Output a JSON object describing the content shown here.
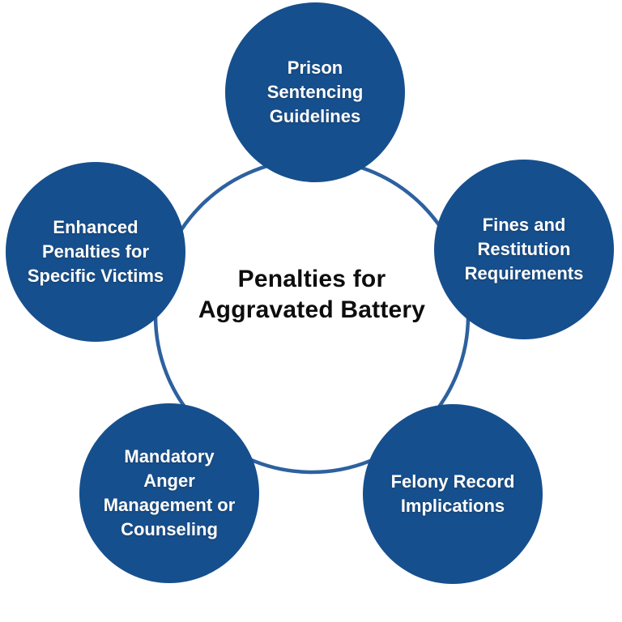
{
  "diagram": {
    "title": "Penalties for\nAggravated Battery",
    "nodes": [
      {
        "id": "prison-sentencing-guidelines",
        "label": "Prison\nSentencing\nGuidelines"
      },
      {
        "id": "fines-and-restitution-requirements",
        "label": "Fines and\nRestitution\nRequirements"
      },
      {
        "id": "enhanced-penalties-for-specific-victims",
        "label": "Enhanced\nPenalties for\nSpecific Victims"
      },
      {
        "id": "mandatory-anger-management-or-counseling",
        "label": "Mandatory\nAnger\nManagement or\nCounseling"
      },
      {
        "id": "felony-record-implications",
        "label": "Felony Record\nImplications"
      }
    ],
    "colors": {
      "node_fill": "#164F8D",
      "ring_stroke": "#2D619F",
      "node_text": "#FFFFFF",
      "title_text": "#0D0D0D",
      "background": "#FFFFFF"
    }
  }
}
